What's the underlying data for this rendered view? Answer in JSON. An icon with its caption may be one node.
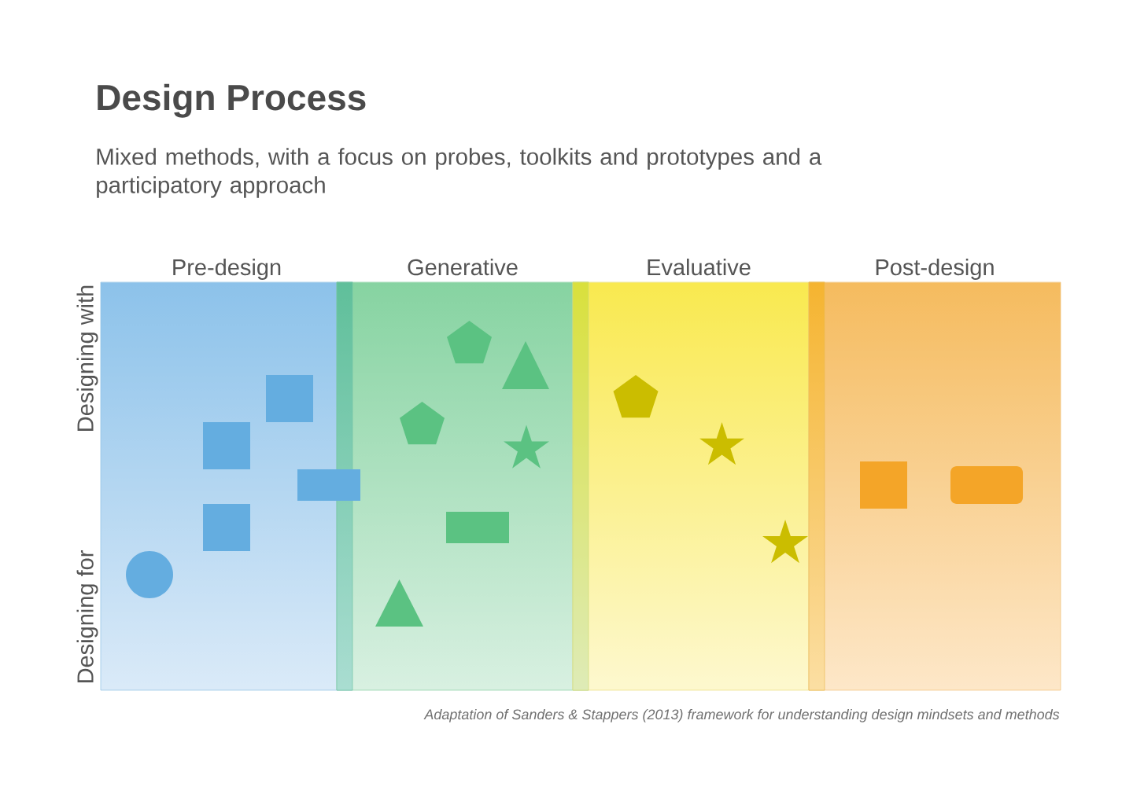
{
  "diagram": {
    "title": "Design Process",
    "caption": "Adaptation of Sanders & Stappers (2013) framework for understanding design mindsets and methods",
    "nodes": [
      {
        "text": [
          "Pre-design"
        ]
      },
      {
        "text": [],
        "shape": "square",
        "in": 0
      },
      {
        "text": [],
        "shape": "square",
        "in": 0
      },
      {
        "text": [],
        "shape": "rectangle"
      },
      {
        "text": [],
        "shape": "square",
        "in": 0
      },
      {
        "text": [],
        "shape": "circle",
        "in": 0
      },
      {
        "text": [
          "Generative"
        ]
      },
      {
        "text": [],
        "shape": "pentagon",
        "in": 6
      },
      {
        "text": [],
        "shape": "triangle",
        "in": 6
      },
      {
        "text": [],
        "shape": "pentagon",
        "in": 6
      },
      {
        "text": [],
        "shape": "star",
        "in": 6
      },
      {
        "text": [],
        "shape": "rectangle",
        "in": 6
      },
      {
        "text": [],
        "shape": "triangle",
        "in": 6
      },
      {
        "text": [
          "Evaluative"
        ]
      },
      {
        "text": [],
        "shape": "pentagon",
        "in": 13
      },
      {
        "text": [],
        "shape": "star",
        "in": 13
      },
      {
        "text": [],
        "shape": "star",
        "in": 13
      },
      {
        "text": [
          "Post-design"
        ]
      },
      {
        "text": [],
        "shape": "square",
        "in": 17
      },
      {
        "text": [],
        "shape": "box",
        "in": 17
      }
    ],
    "labels": [
      "Mixed methods, with a focus on probes, toolkits and prototypes and a participatory approach",
      "Designing with",
      "Designing for"
    ]
  }
}
